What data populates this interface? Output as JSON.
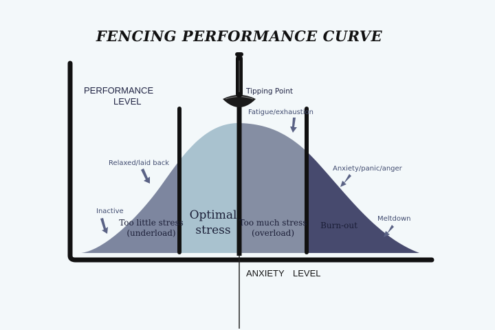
{
  "title": "FENCING PERFORMANCE CURVE",
  "y_axis": {
    "line1": "PERFORMANCE",
    "line2": "LEVEL"
  },
  "x_axis": {
    "word1": "ANXIETY",
    "word2": "LEVEL"
  },
  "sword": {
    "label": "Tipping Point"
  },
  "zones": {
    "underload": {
      "line1": "Too little stress",
      "line2": "(underload)"
    },
    "optimal": {
      "line1": "Optimal",
      "line2": "stress"
    },
    "overload": {
      "line1": "Too much stress",
      "line2": "(overload)"
    },
    "burnout": {
      "label": "Burn-out"
    }
  },
  "annotations": {
    "inactive": "Inactive",
    "relaxed": "Relaxed/laid back",
    "fatigue": "Fatigue/exhaustion",
    "anxiety": "Anxiety/panic/anger",
    "meltdown": "Meltdown"
  },
  "colors": {
    "background": "#f3f8fa",
    "left_zone": "#7d869f",
    "optimal_zone": "#a9c2cf",
    "overload_zone": "#858ea3",
    "burnout_zone": "#474a6e",
    "axis": "#111111",
    "arrow": "#5a6285"
  },
  "icons": {
    "sword": "fencing-sword-icon",
    "arrows": "down-left-arrow-icon"
  }
}
